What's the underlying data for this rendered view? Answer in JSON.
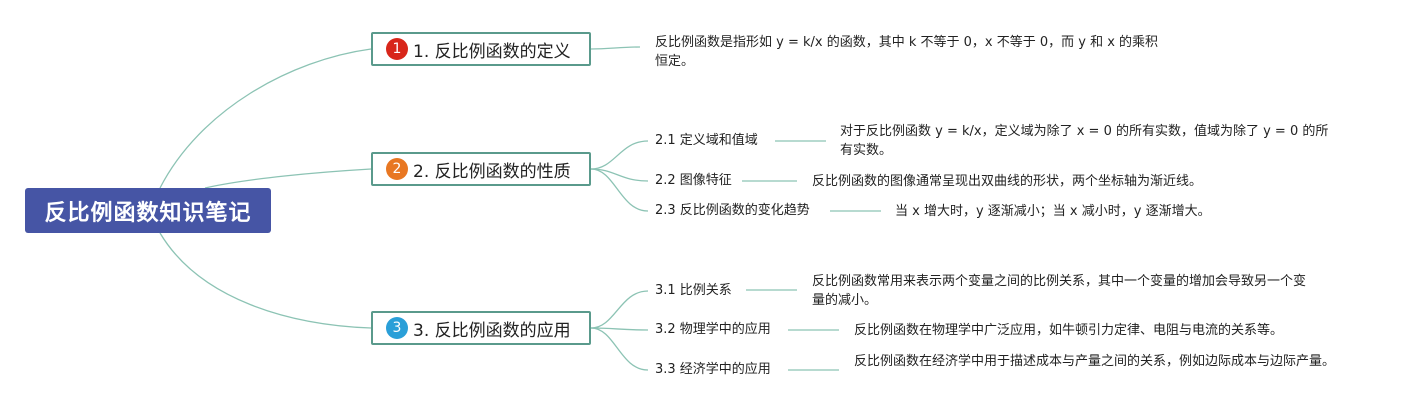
{
  "root": {
    "title": "反比例函数知识笔记"
  },
  "topics": [
    {
      "number": "1",
      "label": "1. 反比例函数的定义",
      "badge_color": "#d8261a",
      "desc": "反比例函数是指形如 y = k/x 的函数，其中 k 不等于 0，x 不等于 0，而 y 和 x 的乘积恒定。"
    },
    {
      "number": "2",
      "label": "2. 反比例函数的性质",
      "badge_color": "#e87722",
      "children": [
        {
          "label": "2.1 定义域和值域",
          "desc": "对于反比例函数 y = k/x，定义域为除了 x = 0 的所有实数，值域为除了 y = 0 的所有实数。"
        },
        {
          "label": "2.2 图像特征",
          "desc": "反比例函数的图像通常呈现出双曲线的形状，两个坐标轴为渐近线。"
        },
        {
          "label": "2.3 反比例函数的变化趋势",
          "desc": "当 x 增大时，y 逐渐减小；当 x 减小时，y 逐渐增大。"
        }
      ]
    },
    {
      "number": "3",
      "label": "3. 反比例函数的应用",
      "badge_color": "#2a9fd8",
      "children": [
        {
          "label": "3.1 比例关系",
          "desc": "反比例函数常用来表示两个变量之间的比例关系，其中一个变量的增加会导致另一个变量的减小。"
        },
        {
          "label": "3.2 物理学中的应用",
          "desc": "反比例函数在物理学中广泛应用，如牛顿引力定律、电阻与电流的关系等。"
        },
        {
          "label": "3.3 经济学中的应用",
          "desc": "反比例函数在经济学中用于描述成本与产量之间的关系，例如边际成本与边际产量。"
        }
      ]
    }
  ],
  "colors": {
    "root_bg": "#4655a5",
    "line": "#8cc3b4",
    "topic_border": "#5a9a8c"
  }
}
